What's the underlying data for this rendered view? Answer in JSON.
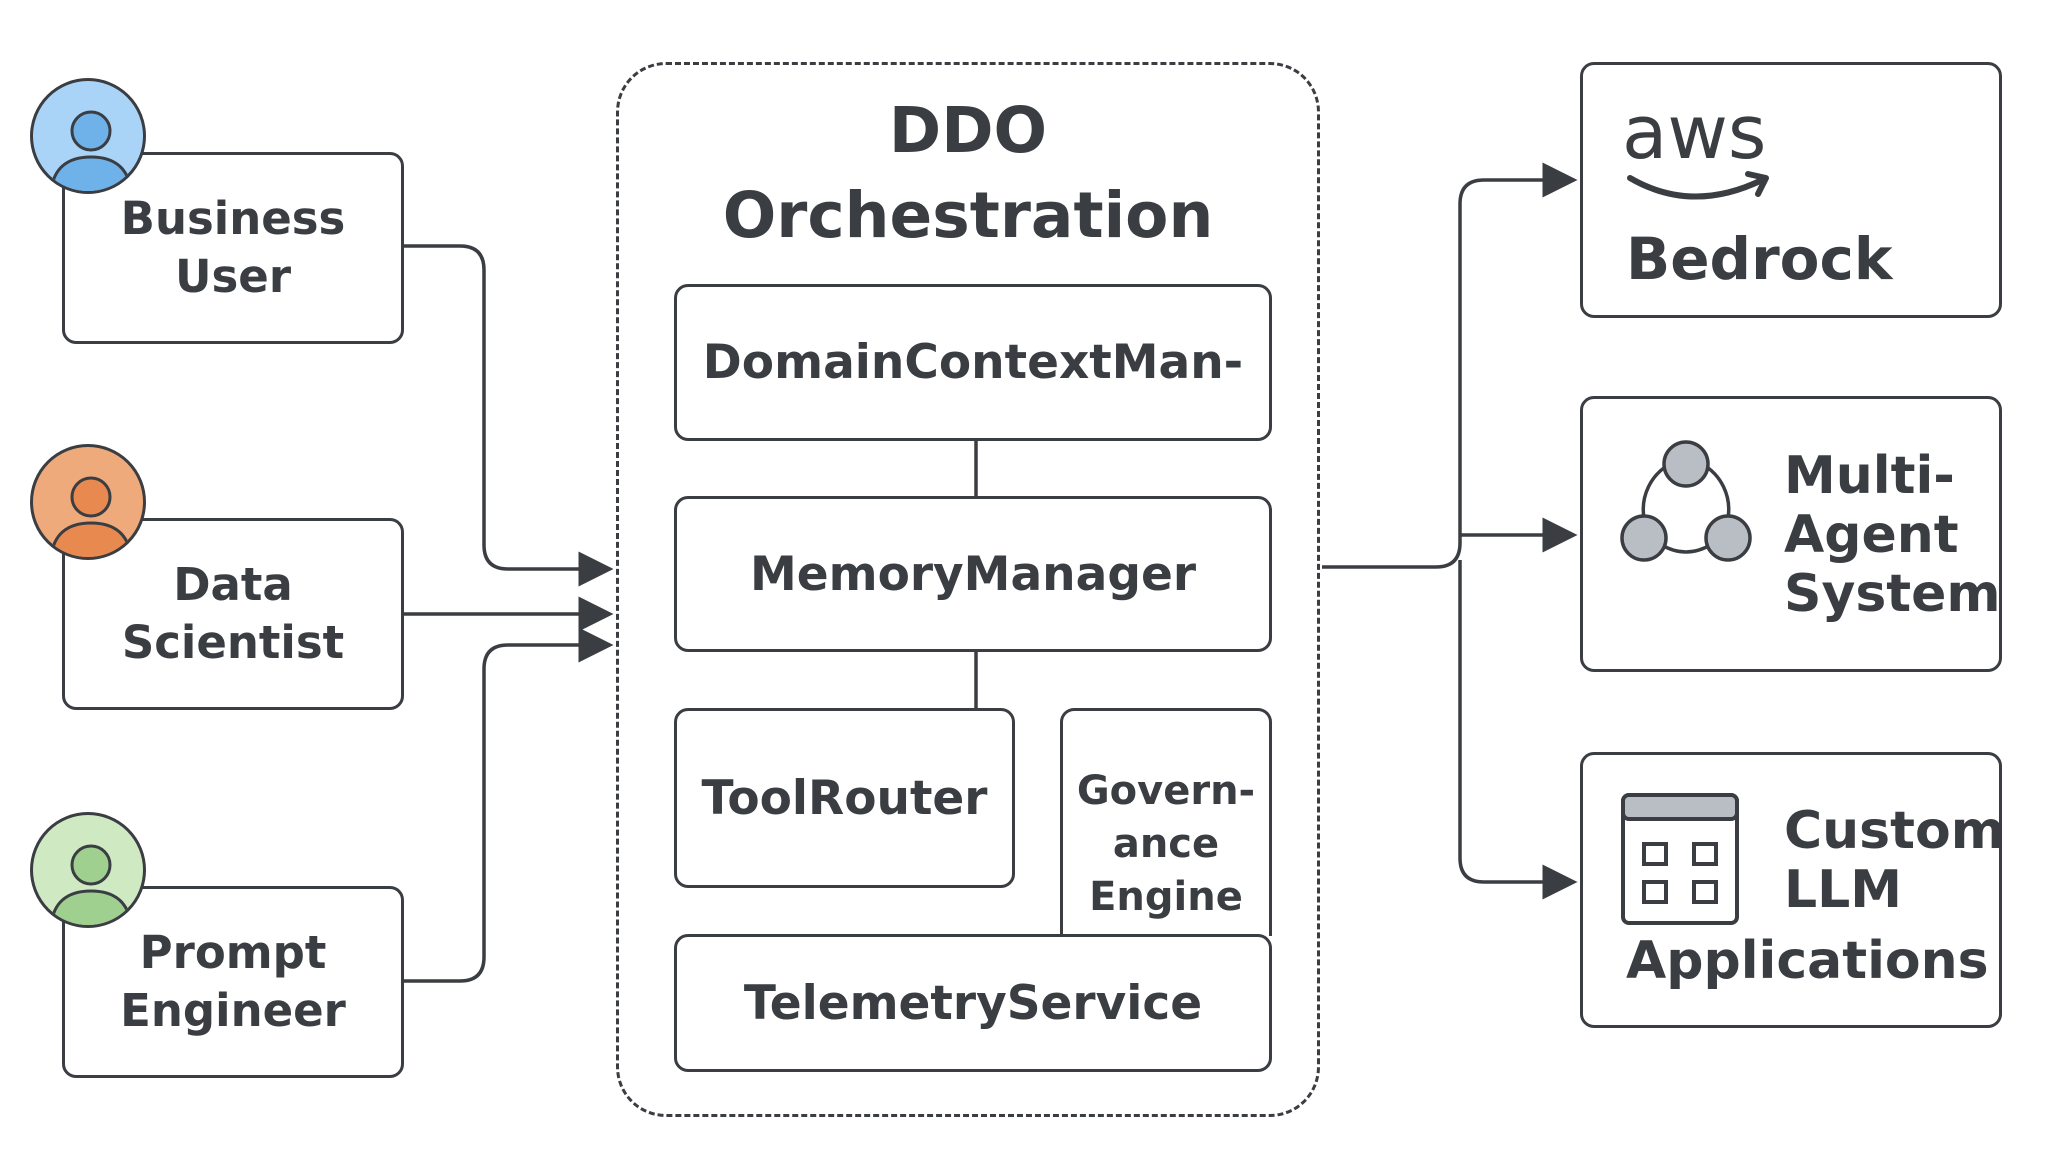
{
  "actors": {
    "business_user": {
      "line1": "Business",
      "line2": "User",
      "color": "#a9d4f7"
    },
    "data_scientist": {
      "line1": "Data",
      "line2": "Scientist",
      "color": "#efaa7c"
    },
    "prompt_engineer": {
      "line1": "Prompt",
      "line2": "Engineer",
      "color": "#b9e3ad"
    }
  },
  "orchestration": {
    "title_line1": "DDO",
    "title_line2": "Orchestration",
    "components": {
      "domain_context": "DomainContextMan-",
      "memory": "MemoryManager",
      "tool_router": "ToolRouter",
      "governance": {
        "line1": "Govern-",
        "line2": "ance",
        "line3": "Engine"
      },
      "telemetry": "TelemetryService"
    }
  },
  "targets": {
    "bedrock": {
      "logo_text": "aws",
      "label": "Bedrock",
      "icon": "aws-logo"
    },
    "multi_agent": {
      "line1": "Multi-",
      "line2": "Agent",
      "line3": "System",
      "icon": "network-nodes-icon"
    },
    "custom_llm": {
      "line1": "Custom",
      "line2": "LLM",
      "line3": "Applications",
      "icon": "app-window-icon"
    }
  },
  "colors": {
    "stroke": "#3a3d42",
    "node_fill": "#b9bec5",
    "window_bar": "#b9bec5"
  }
}
